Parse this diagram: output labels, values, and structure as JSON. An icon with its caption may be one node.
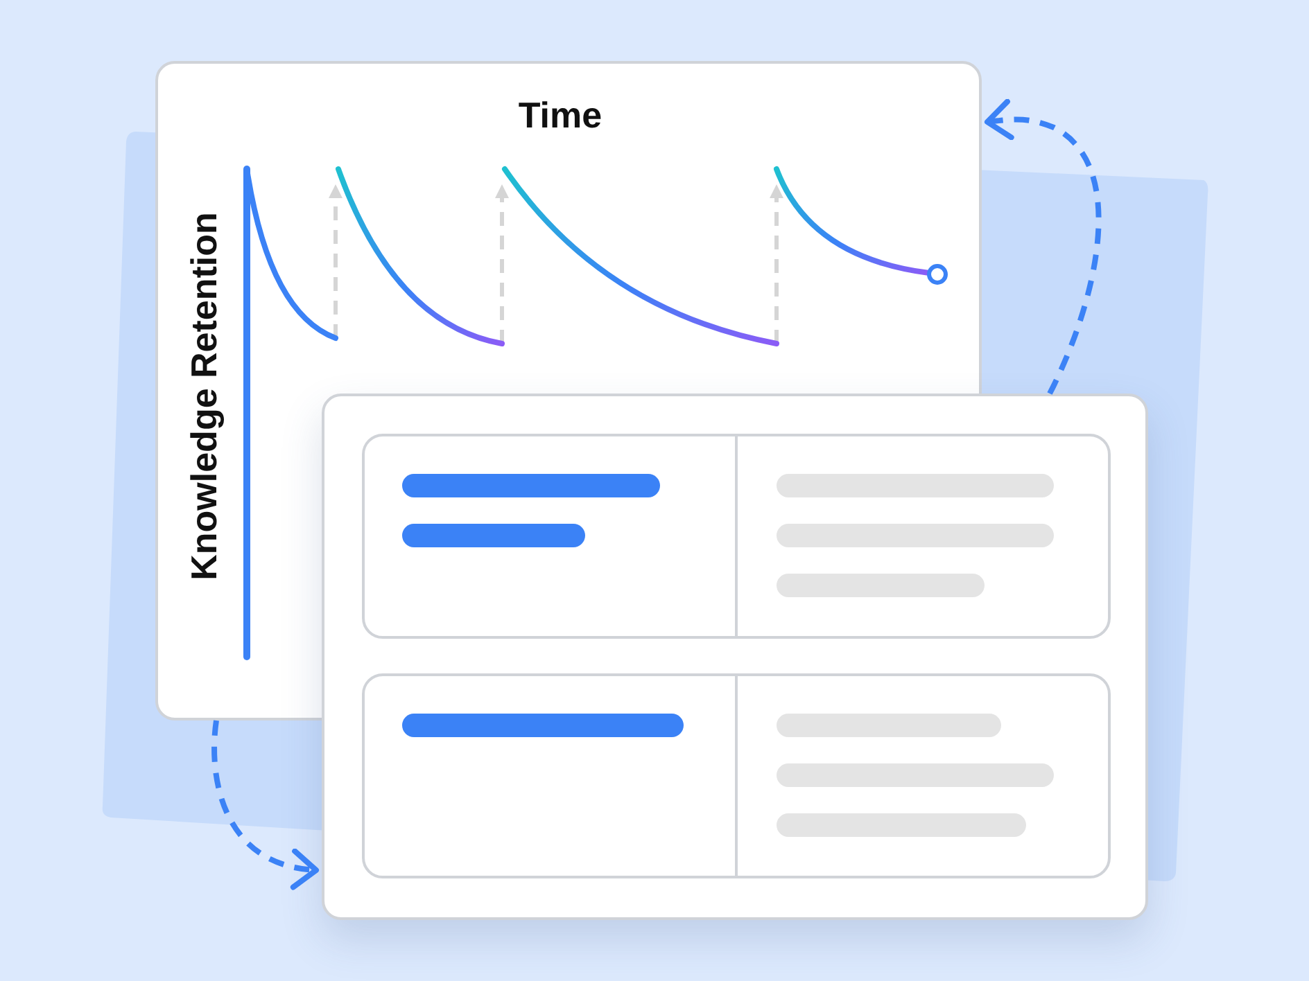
{
  "diagram": {
    "nodes": [
      {
        "text": [
          "Time",
          "Knowledge Retention"
        ]
      },
      {
        "text": [],
        "shape": "box"
      }
    ],
    "edges": [
      {
        "from": 1,
        "to": 0,
        "arrow": "to",
        "style": "dashed"
      },
      {
        "from": 0,
        "to": 1,
        "arrow": "to",
        "style": "dashed"
      }
    ]
  }
}
